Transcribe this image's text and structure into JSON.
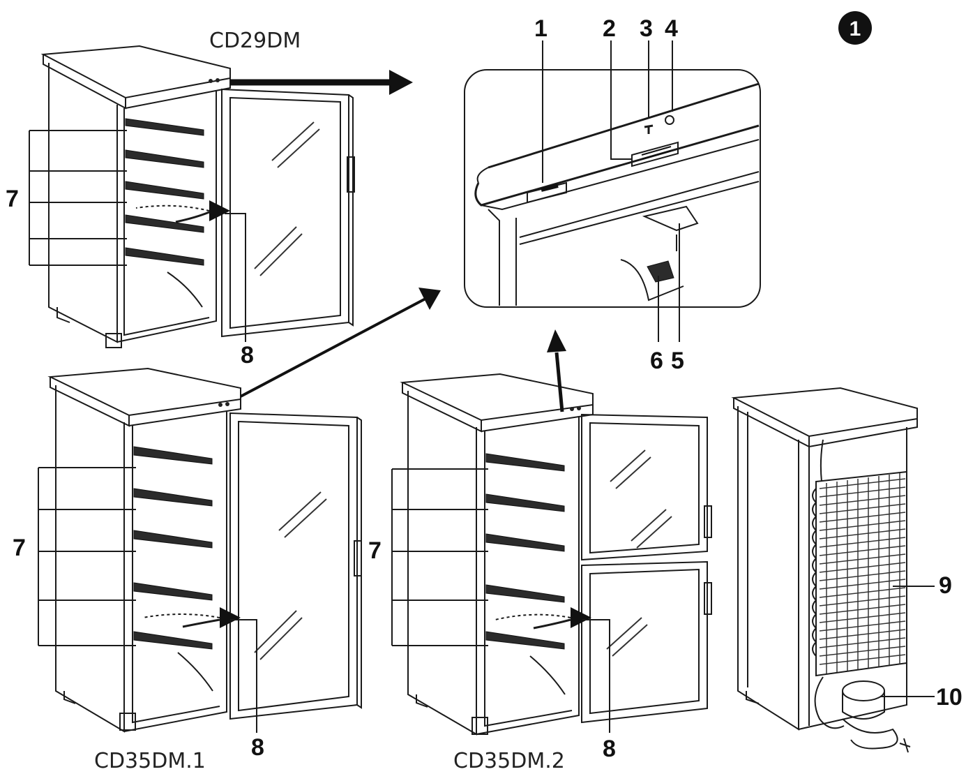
{
  "figure": {
    "badge": "1",
    "models": {
      "top": "CD29DM",
      "bottom_left": "CD35DM.1",
      "bottom_middle": "CD35DM.2"
    },
    "callouts": {
      "c1": "1",
      "c2": "2",
      "c3": "3",
      "c4": "4",
      "c5": "5",
      "c6": "6",
      "c7_top": "7",
      "c7_left": "7",
      "c7_mid": "7",
      "c8_top": "8",
      "c8_left": "8",
      "c8_mid": "8",
      "c9": "9",
      "c10": "10"
    }
  }
}
